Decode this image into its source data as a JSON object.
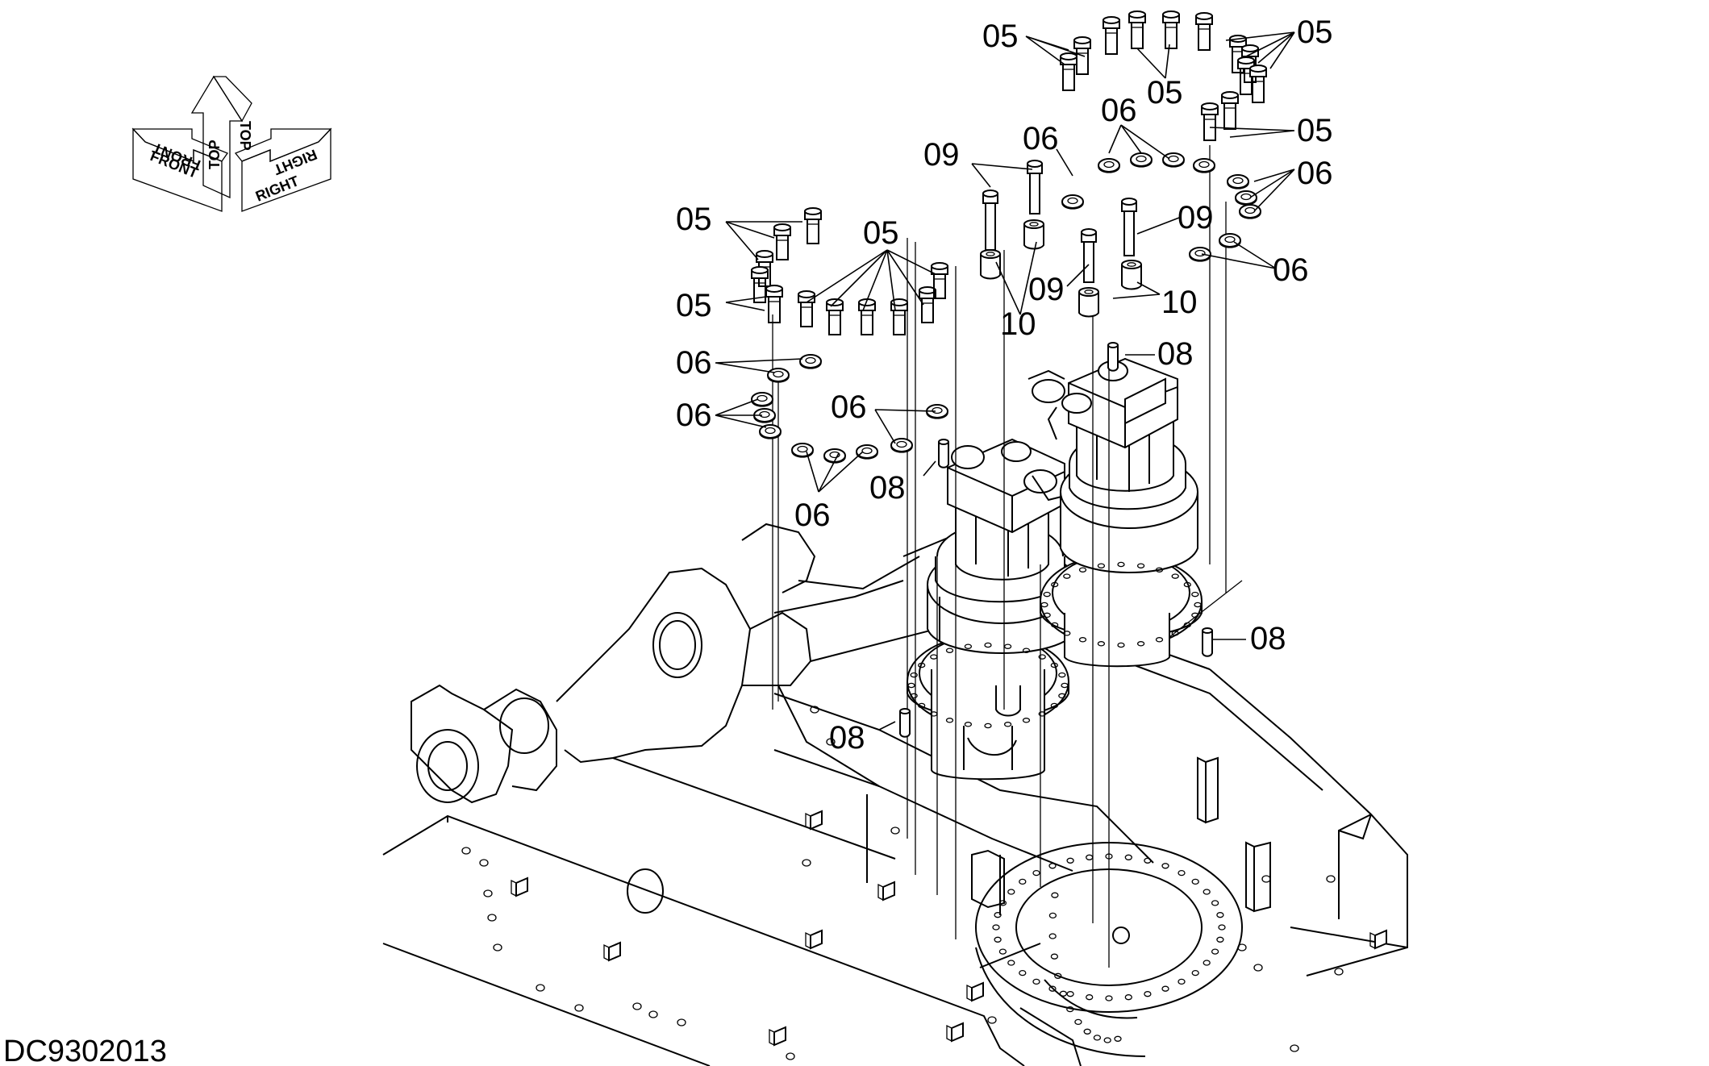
{
  "drawing_code": "DC9302013",
  "orientation": {
    "labels": [
      "FRONT",
      "FRONT",
      "TOP",
      "TOP",
      "RIGHT",
      "RIGHT"
    ]
  },
  "callouts": {
    "c05": "05",
    "c06": "06",
    "c08": "08",
    "c09": "09",
    "c10": "10"
  },
  "palette": {
    "line": "#000000",
    "background": "#ffffff"
  }
}
